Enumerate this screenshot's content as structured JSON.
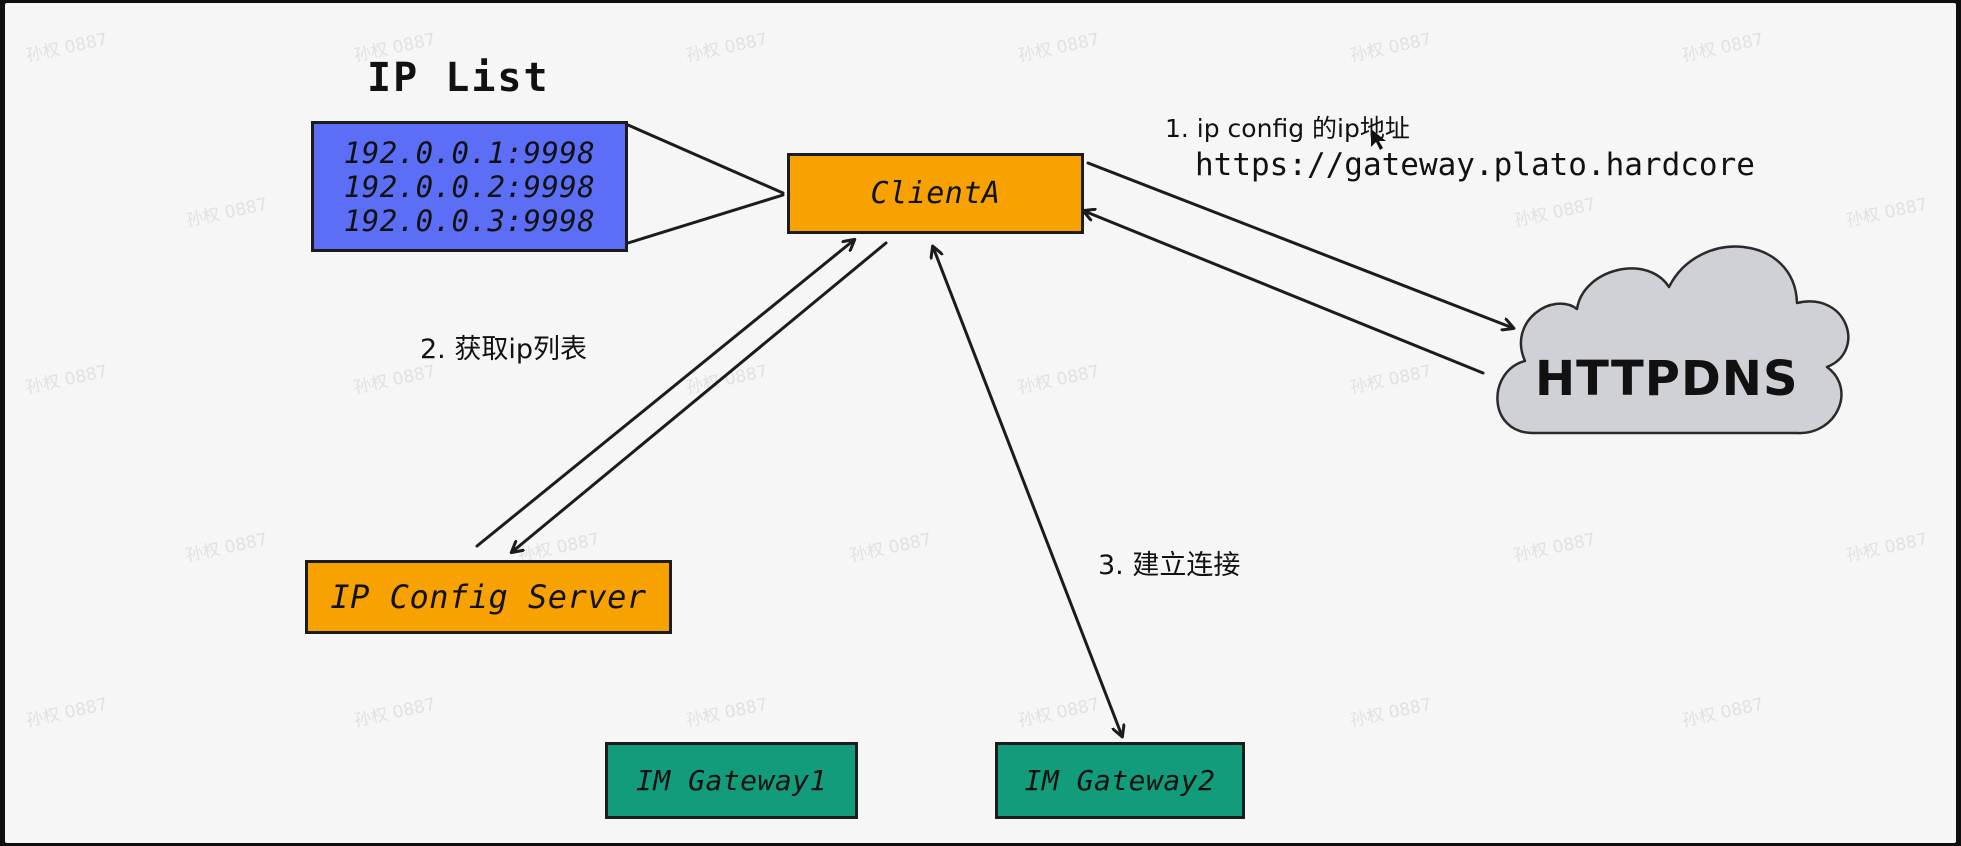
{
  "watermark": "孙权 0887",
  "ip_list": {
    "title": "IP List",
    "entries": [
      "192.0.0.1:9998",
      "192.0.0.2:9998",
      "192.0.0.3:9998"
    ]
  },
  "client": {
    "label": "ClientA"
  },
  "ip_config_server": {
    "label": "IP Config Server"
  },
  "gateways": [
    {
      "label": "IM Gateway1"
    },
    {
      "label": "IM Gateway2"
    }
  ],
  "httpdns": {
    "label": "HTTPDNS"
  },
  "steps": {
    "step1_title": "1. ip config 的ip地址",
    "step1_url": "https://gateway.plato.hardcore",
    "step2": "2. 获取ip列表",
    "step3": "3. 建立连接"
  },
  "colors": {
    "ip_list_fill": "#5b6ef5",
    "client_fill": "#f7a200",
    "ip_config_fill": "#f7a200",
    "gateway_fill": "#129c7b",
    "cloud_fill": "#cfd1d6",
    "stroke": "#1c1c1c"
  }
}
